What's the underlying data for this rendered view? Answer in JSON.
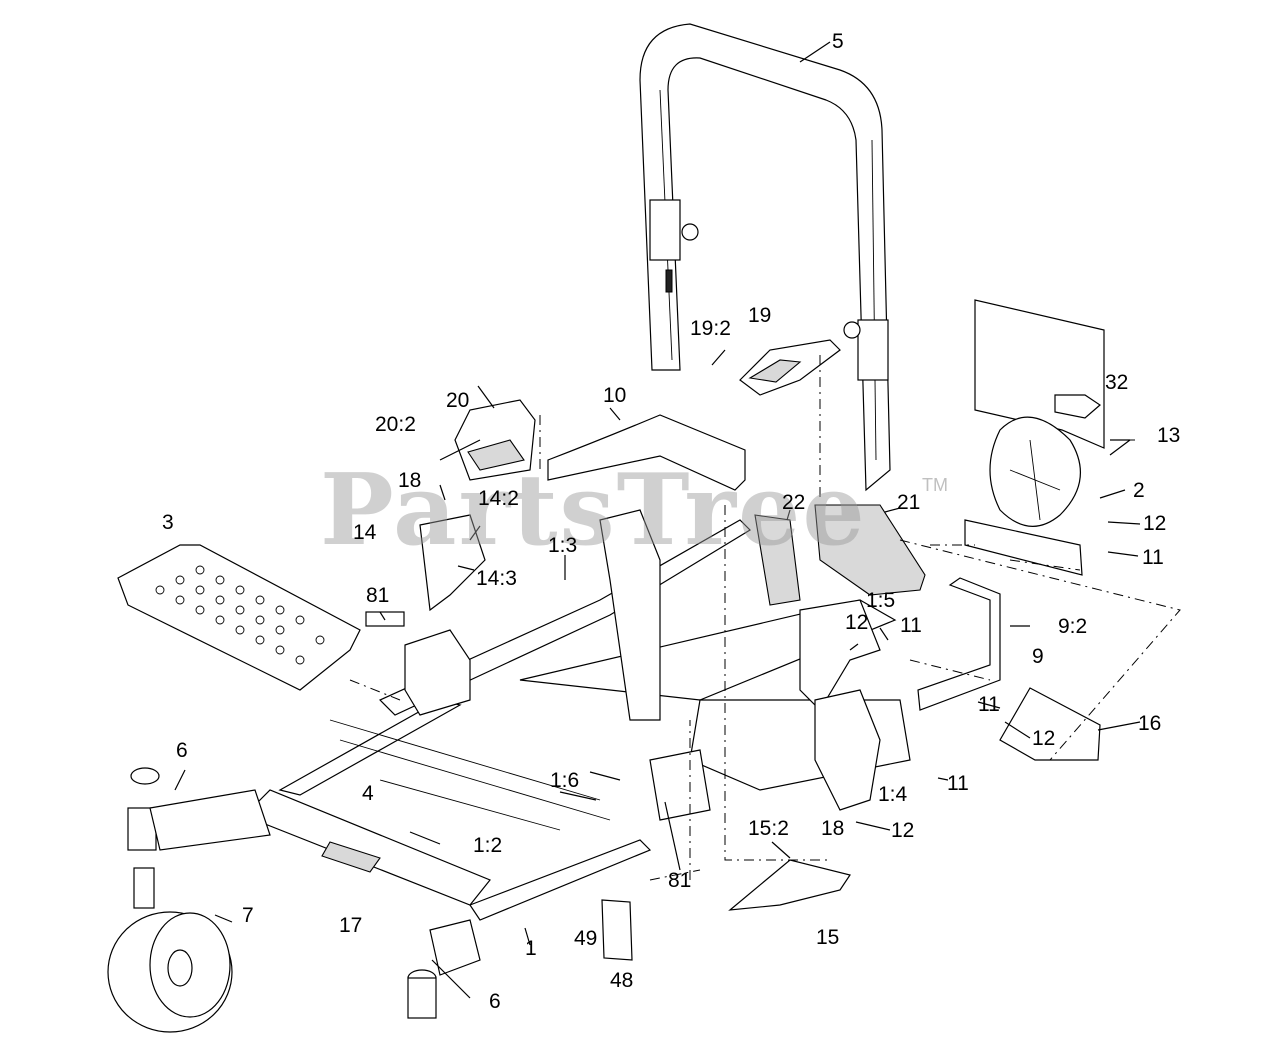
{
  "watermark": {
    "brand": "PartsTree",
    "trademark": "TM"
  },
  "callouts": {
    "c5": "5",
    "c19_2": "19:2",
    "c19": "19",
    "c32": "32",
    "c13": "13",
    "c10": "10",
    "c20": "20",
    "c20_2": "20:2",
    "c2": "2",
    "c12_a": "12",
    "c11_a": "11",
    "c18_a": "18",
    "c14_2": "14:2",
    "c22": "22",
    "c21": "21",
    "c3": "3",
    "c14": "14",
    "c14_3": "14:3",
    "c1_3": "1:3",
    "c1_5": "1:5",
    "c11_b": "11",
    "c9_2": "9:2",
    "c81_a": "81",
    "c12_b": "12",
    "c9": "9",
    "c11_c": "11",
    "c16": "16",
    "c12_c": "12",
    "c6_a": "6",
    "c1_6": "1:6",
    "c1_4": "1:4",
    "c11_d": "11",
    "c4": "4",
    "c12_d": "12",
    "c15_2": "15:2",
    "c18_b": "18",
    "c1_2": "1:2",
    "c81_b": "81",
    "c7": "7",
    "c17": "17",
    "c15": "15",
    "c49": "49",
    "c1": "1",
    "c48": "48",
    "c6_b": "6"
  }
}
